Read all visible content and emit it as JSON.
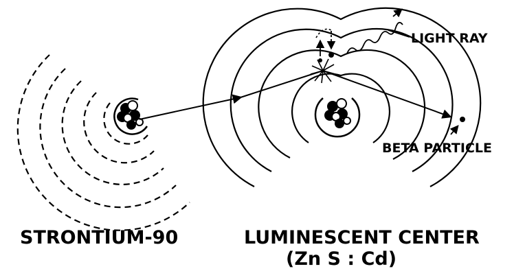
{
  "diagram": {
    "labels": {
      "light_ray": "LIGHT RAY",
      "beta_particle": "BETA PARTICLE",
      "strontium": "STRONTIUM-90",
      "luminescent_center": "LUMINESCENT CENTER",
      "formula": "(Zn S : Cd)"
    }
  }
}
